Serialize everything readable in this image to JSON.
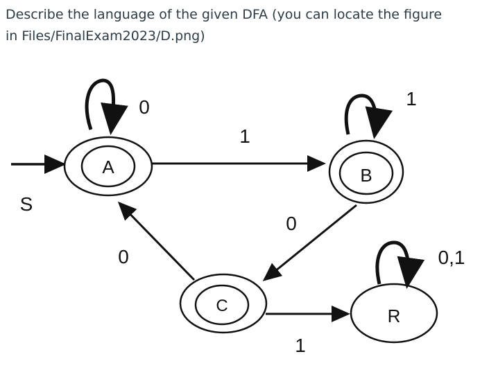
{
  "question": {
    "line1": "Describe the language of the given DFA (you can locate the figure",
    "line2": "in Files/FinalExam2023/D.png)"
  },
  "dfa": {
    "start_label": "S",
    "states": [
      {
        "name": "A",
        "accepting": true
      },
      {
        "name": "B",
        "accepting": true
      },
      {
        "name": "C",
        "accepting": true
      },
      {
        "name": "R",
        "accepting": false
      }
    ],
    "transitions": [
      {
        "from": "A",
        "to": "A",
        "label": "0"
      },
      {
        "from": "A",
        "to": "B",
        "label": "1"
      },
      {
        "from": "B",
        "to": "B",
        "label": "1"
      },
      {
        "from": "B",
        "to": "C",
        "label": "0"
      },
      {
        "from": "C",
        "to": "A",
        "label": "0"
      },
      {
        "from": "C",
        "to": "R",
        "label": "1"
      },
      {
        "from": "R",
        "to": "R",
        "label": "0,1"
      }
    ]
  }
}
